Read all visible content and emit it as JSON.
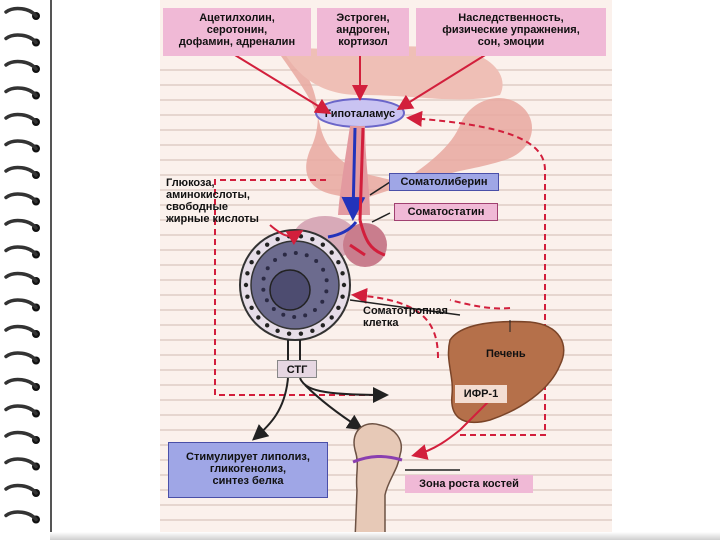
{
  "top_boxes": [
    "Ацетилхолин, серотонин, дофамин, адреналин",
    "Эстроген, андроген, кортизол",
    "Наследственность, физические упражнения, сон, эмоции"
  ],
  "top_boxes_lines": [
    [
      "Ацетилхолин,",
      "серотонин,",
      "дофамин, адреналин"
    ],
    [
      "Эстроген,",
      "андроген,",
      "кортизол"
    ],
    [
      "Наследственность,",
      "физические упражнения,",
      "сон, эмоции"
    ]
  ],
  "hypothalamus_label": "Гипоталамус",
  "somatoliberin_label": "Соматолиберин",
  "somatostatin_label": "Соматостатин",
  "nutrients_lines": [
    "Глюкоза,",
    "аминокислоты,",
    "свободные",
    "жирные кислоты"
  ],
  "cell_label_lines": [
    "Соматотропная",
    "клетка"
  ],
  "liver_label": "Печень",
  "stg_label": "СТГ",
  "igf_label": "ИФР-1",
  "effects_lines": [
    "Стимулирует липолиз,",
    "гликогенолиз,",
    "синтез белка"
  ],
  "bone_zone_label": "Зона роста костей",
  "colors": {
    "pink_box": "#f0b9d6",
    "blue_box": "#9fa6e6",
    "liver": "#b5704a",
    "arrow_red": "#d21f3c",
    "arrow_dark": "#222222",
    "arrow_blue": "#2233bb"
  }
}
